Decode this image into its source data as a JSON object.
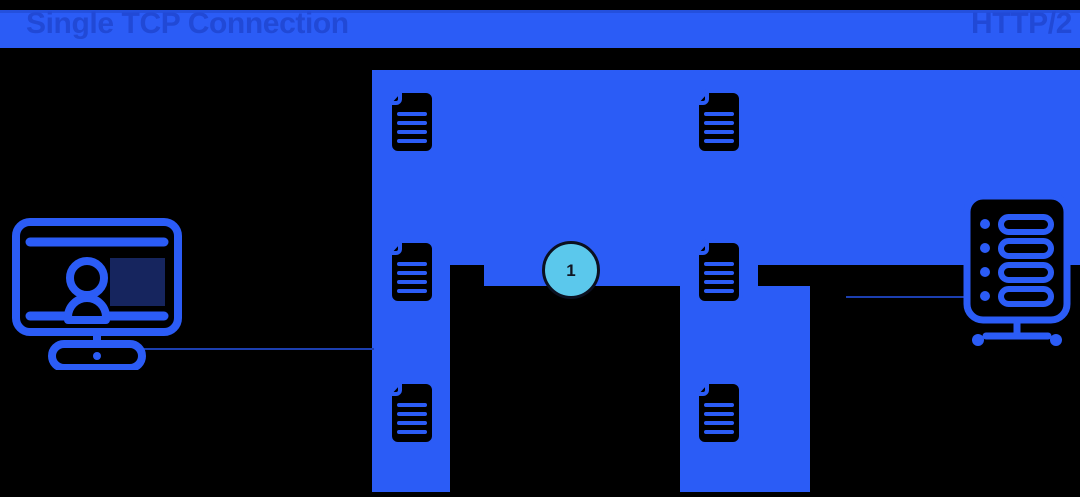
{
  "header": {
    "title": "Single TCP Connection",
    "protocol": "HTTP/2"
  },
  "diagram": {
    "client": {
      "icon": "monitor-user-icon",
      "label": ""
    },
    "server": {
      "icon": "server-rack-icon",
      "label": ""
    },
    "connection": {
      "badge_number": "1",
      "badge_color": "#5BC8EC"
    },
    "streams": [
      {
        "name": "stream-left",
        "frames": [
          {
            "icon": "document-icon"
          },
          {
            "icon": "document-icon"
          },
          {
            "icon": "document-icon"
          }
        ]
      },
      {
        "name": "stream-right",
        "frames": [
          {
            "icon": "document-icon"
          },
          {
            "icon": "document-icon"
          },
          {
            "icon": "document-icon"
          }
        ]
      }
    ]
  },
  "colors": {
    "background": "#000000",
    "primary_blue": "#2B5CF6",
    "dark_blue": "#2149D6",
    "line_blue": "#1C3FB0",
    "badge_cyan": "#5BC8EC"
  }
}
